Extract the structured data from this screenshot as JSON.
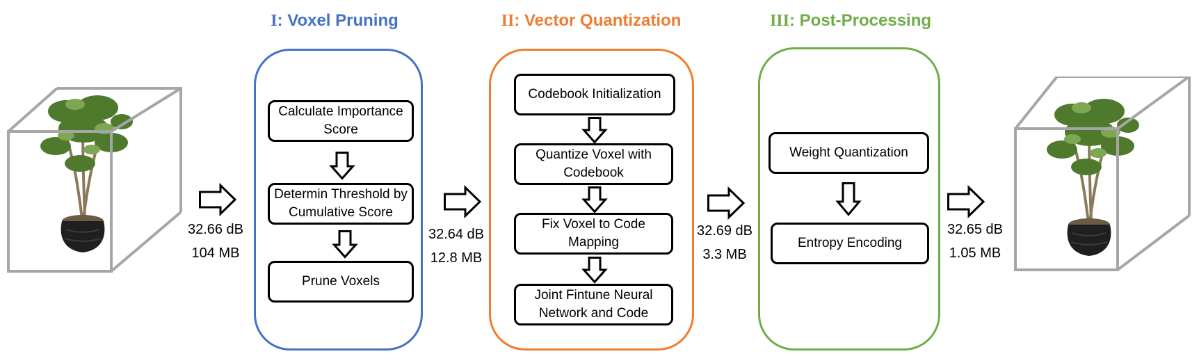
{
  "stages": [
    {
      "numeral": "I",
      "name": "Voxel Pruning",
      "color": "#4472C4",
      "steps": [
        "Calculate Importance Score",
        "Determin Threshold by Cumulative Score",
        "Prune Voxels"
      ]
    },
    {
      "numeral": "II",
      "name": "Vector Quantization",
      "color": "#ED7D31",
      "steps": [
        "Codebook Initialization",
        "Quantize Voxel with Codebook",
        "Fix Voxel to Code Mapping",
        "Joint Fintune Neural Network and Code"
      ]
    },
    {
      "numeral": "III",
      "name": "Post-Processing",
      "color": "#70AD47",
      "steps": [
        "Weight Quantization",
        "Entropy Encoding"
      ]
    }
  ],
  "metrics": [
    {
      "psnr": "32.66 dB",
      "size": "104 MB"
    },
    {
      "psnr": "32.64 dB",
      "size": "12.8 MB"
    },
    {
      "psnr": "32.69 dB",
      "size": "3.3 MB"
    },
    {
      "psnr": "32.65 dB",
      "size": "1.05 MB"
    }
  ],
  "colors": {
    "cube_edge": "#A6A6A6",
    "arrow_stroke": "#000000"
  },
  "icons": {
    "input_scene": "plant-in-cube-icon",
    "output_scene": "plant-in-cube-icon"
  }
}
